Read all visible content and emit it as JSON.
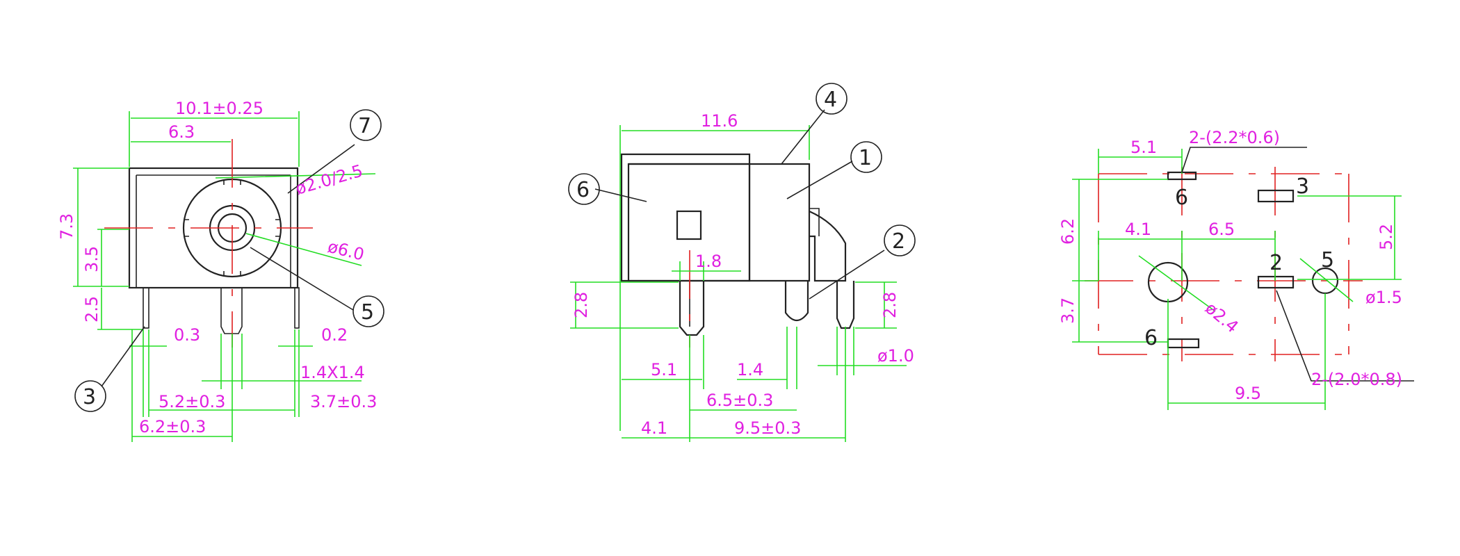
{
  "colors": {
    "outline": "#222222",
    "dimension_line": "#22dd22",
    "dimension_text": "#e020e0",
    "center_line": "#e02020",
    "background": "#ffffff"
  },
  "front_view": {
    "dims": {
      "width": "10.1±0.25",
      "center_offset": "6.3",
      "height": "7.3",
      "center_height": "3.5",
      "pin_length": "2.5",
      "hole_diameter": "ø2.0/2.5",
      "outer_diameter": "ø6.0",
      "pin_thickness_left": "0.3",
      "pin_thickness_right": "0.2",
      "center_pin_size": "1.4X1.4",
      "pin_span_center": "5.2±0.3",
      "pin_span_right": "3.7±0.3",
      "pin_span_left": "6.2±0.3"
    },
    "callouts": [
      "7",
      "5",
      "3"
    ]
  },
  "side_view": {
    "dims": {
      "length": "11.6",
      "pin_width": "1.8",
      "pin_length_left": "2.8",
      "pin_length_right": "2.8",
      "offset_a": "5.1",
      "offset_b": "1.4",
      "pin_diameter": "ø1.0",
      "pin_span_a": "6.5±0.3",
      "offset_c": "4.1",
      "pin_span_b": "9.5±0.3"
    },
    "callouts": [
      "4",
      "1",
      "6",
      "2"
    ]
  },
  "pcb_view": {
    "dims": {
      "slot_note": "2-(2.2*0.6)",
      "x_top": "5.1",
      "y_left_top": "6.2",
      "x_mid_left": "4.1",
      "x_mid_right": "6.5",
      "y_right": "5.2",
      "hole_big": "ø2.4",
      "hole_small": "ø1.5",
      "y_left_bottom": "3.7",
      "x_bottom": "9.5",
      "slot_note_2": "2-(2.0*0.8)"
    },
    "pins": [
      "6",
      "3",
      "2",
      "5",
      "6"
    ]
  }
}
